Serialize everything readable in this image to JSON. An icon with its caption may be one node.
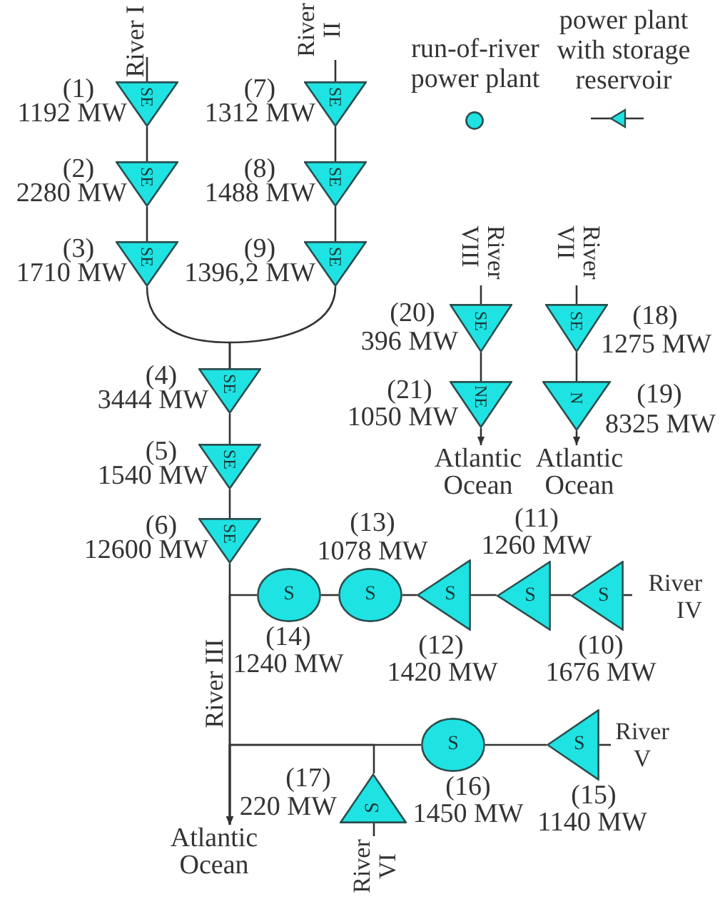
{
  "diagram": {
    "nodes": [
      {
        "text": [
          "River I"
        ]
      },
      {
        "text": [
          "SE"
        ],
        "beside": [
          "(1)",
          "1192 MW"
        ]
      },
      {
        "text": [
          "SE"
        ],
        "beside": [
          "(2)",
          "2280 MW"
        ]
      },
      {
        "text": [
          "SE"
        ],
        "beside": [
          "(3)",
          "1710 MW"
        ]
      },
      {
        "text": [
          "River II"
        ]
      },
      {
        "text": [
          "SE"
        ],
        "beside": [
          "(7)",
          "1312 MW"
        ]
      },
      {
        "text": [
          "SE"
        ],
        "beside": [
          "(8)",
          "1488 MW"
        ]
      },
      {
        "text": [
          "SE"
        ],
        "beside": [
          "(9)",
          "1396,2 MW"
        ]
      },
      {
        "text": [
          "SE"
        ],
        "beside": [
          "(4)",
          "3444 MW"
        ]
      },
      {
        "text": [
          "SE"
        ],
        "beside": [
          "(5)",
          "1540 MW"
        ]
      },
      {
        "text": [
          "SE"
        ],
        "beside": [
          "(6)",
          "12600 MW"
        ]
      },
      {
        "text": [
          "River VIII"
        ]
      },
      {
        "text": [
          "SE"
        ],
        "beside": [
          "(20)",
          "396 MW"
        ]
      },
      {
        "text": [
          "NE"
        ],
        "beside": [
          "(21)",
          "1050 MW"
        ]
      },
      {
        "text": [
          "Atlantic Ocean"
        ]
      },
      {
        "text": [
          "River VII"
        ]
      },
      {
        "text": [
          "SE"
        ],
        "beside": [
          "(18)",
          "1275 MW"
        ]
      },
      {
        "text": [
          "N"
        ],
        "beside": [
          "(19)",
          "8325 MW"
        ]
      },
      {
        "text": [
          "Atlantic Ocean"
        ]
      },
      {
        "text": [
          "S"
        ],
        "beside": [
          "(14)",
          "1240 MW"
        ]
      },
      {
        "text": [
          "S"
        ],
        "beside": [
          "(13)",
          "1078 MW"
        ]
      },
      {
        "text": [
          "S"
        ],
        "beside": [
          "(12)",
          "1420 MW"
        ]
      },
      {
        "text": [
          "S"
        ],
        "beside": [
          "(11)",
          "1260 MW"
        ]
      },
      {
        "text": [
          "S"
        ],
        "beside": [
          "(10)",
          "1676 MW"
        ]
      },
      {
        "text": [
          "River IV"
        ]
      },
      {
        "text": [
          "S"
        ],
        "beside": [
          "(16)",
          "1450 MW"
        ]
      },
      {
        "text": [
          "S"
        ],
        "beside": [
          "(15)",
          "1140 MW"
        ]
      },
      {
        "text": [
          "River V"
        ]
      },
      {
        "text": [
          "S"
        ],
        "beside": [
          "(17)",
          "220 MW"
        ]
      },
      {
        "text": [
          "River VI"
        ]
      },
      {
        "text": [
          "Atlantic Ocean"
        ]
      }
    ],
    "edges": [
      {
        "from": 0,
        "to": 1,
        "arrow": "none"
      },
      {
        "from": 1,
        "to": 2,
        "arrow": "none"
      },
      {
        "from": 2,
        "to": 3,
        "arrow": "none"
      },
      {
        "from": 4,
        "to": 5,
        "arrow": "none"
      },
      {
        "from": 5,
        "to": 6,
        "arrow": "none"
      },
      {
        "from": 6,
        "to": 7,
        "arrow": "none"
      },
      {
        "from": 3,
        "to": 8,
        "arrow": "none"
      },
      {
        "from": 7,
        "to": 8,
        "arrow": "none"
      },
      {
        "from": 8,
        "to": 9,
        "arrow": "none"
      },
      {
        "from": 9,
        "to": 10,
        "arrow": "none"
      },
      {
        "from": 10,
        "to": 30,
        "arrow": "to"
      },
      {
        "from": 11,
        "to": 12,
        "arrow": "none"
      },
      {
        "from": 12,
        "to": 13,
        "arrow": "none"
      },
      {
        "from": 13,
        "to": 14,
        "arrow": "to"
      },
      {
        "from": 15,
        "to": 16,
        "arrow": "none"
      },
      {
        "from": 16,
        "to": 17,
        "arrow": "none"
      },
      {
        "from": 17,
        "to": 18,
        "arrow": "to"
      },
      {
        "from": 24,
        "to": 23,
        "arrow": "none"
      },
      {
        "from": 23,
        "to": 22,
        "arrow": "none"
      },
      {
        "from": 22,
        "to": 21,
        "arrow": "none"
      },
      {
        "from": 21,
        "to": 20,
        "arrow": "none"
      },
      {
        "from": 20,
        "to": 19,
        "arrow": "none"
      },
      {
        "from": 19,
        "to": 30,
        "arrow": "to"
      },
      {
        "from": 27,
        "to": 26,
        "arrow": "none"
      },
      {
        "from": 26,
        "to": 25,
        "arrow": "none"
      },
      {
        "from": 25,
        "to": 30,
        "arrow": "to"
      },
      {
        "from": 29,
        "to": 28,
        "arrow": "none"
      },
      {
        "from": 28,
        "to": 30,
        "arrow": "to"
      }
    ],
    "labels": [
      "River III"
    ],
    "legend": [
      {
        "text": "run-of-river power plant"
      },
      {
        "text": "power plant with storage reservoir"
      }
    ]
  }
}
